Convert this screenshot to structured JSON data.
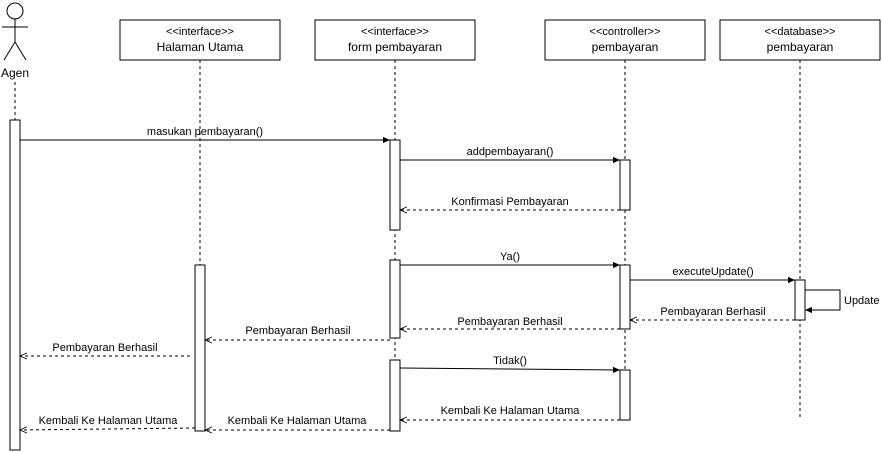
{
  "actor": {
    "name": "Agen"
  },
  "participants": [
    {
      "id": "halaman",
      "stereotype": "<<interface>>",
      "name": "Halaman Utama"
    },
    {
      "id": "form",
      "stereotype": "<<interface>>",
      "name": "form pembayaran"
    },
    {
      "id": "controller",
      "stereotype": "<<controller>>",
      "name": "pembayaran"
    },
    {
      "id": "database",
      "stereotype": "<<database>>",
      "name": "pembayaran"
    }
  ],
  "messages": [
    {
      "id": "m1",
      "label": "masukan pembayaran()",
      "from": "agen",
      "to": "form",
      "kind": "call"
    },
    {
      "id": "m2",
      "label": "addpembayaran()",
      "from": "form",
      "to": "controller",
      "kind": "call"
    },
    {
      "id": "m3",
      "label": "Konfirmasi Pembayaran",
      "from": "controller",
      "to": "form",
      "kind": "return"
    },
    {
      "id": "m4",
      "label": "Ya()",
      "from": "form",
      "to": "controller",
      "kind": "call"
    },
    {
      "id": "m5",
      "label": "executeUpdate()",
      "from": "controller",
      "to": "database",
      "kind": "call"
    },
    {
      "id": "m6",
      "label": "Update",
      "from": "database",
      "to": "database",
      "kind": "self"
    },
    {
      "id": "m7",
      "label": "Pembayaran Berhasil",
      "from": "database",
      "to": "controller",
      "kind": "return"
    },
    {
      "id": "m8",
      "label": "Pembayaran Berhasil",
      "from": "controller",
      "to": "form",
      "kind": "return"
    },
    {
      "id": "m9",
      "label": "Pembayaran Berhasil",
      "from": "form",
      "to": "halaman",
      "kind": "return"
    },
    {
      "id": "m10",
      "label": "Pembayaran Berhasil",
      "from": "halaman",
      "to": "agen",
      "kind": "return"
    },
    {
      "id": "m11",
      "label": "Tidak()",
      "from": "form",
      "to": "controller",
      "kind": "call"
    },
    {
      "id": "m12",
      "label": "Kembali Ke Halaman Utama",
      "from": "controller",
      "to": "form",
      "kind": "return"
    },
    {
      "id": "m13",
      "label": "Kembali Ke Halaman Utama",
      "from": "form",
      "to": "halaman",
      "kind": "return"
    },
    {
      "id": "m14",
      "label": "Kembali Ke Halaman Utama",
      "from": "halaman",
      "to": "agen",
      "kind": "return"
    }
  ]
}
